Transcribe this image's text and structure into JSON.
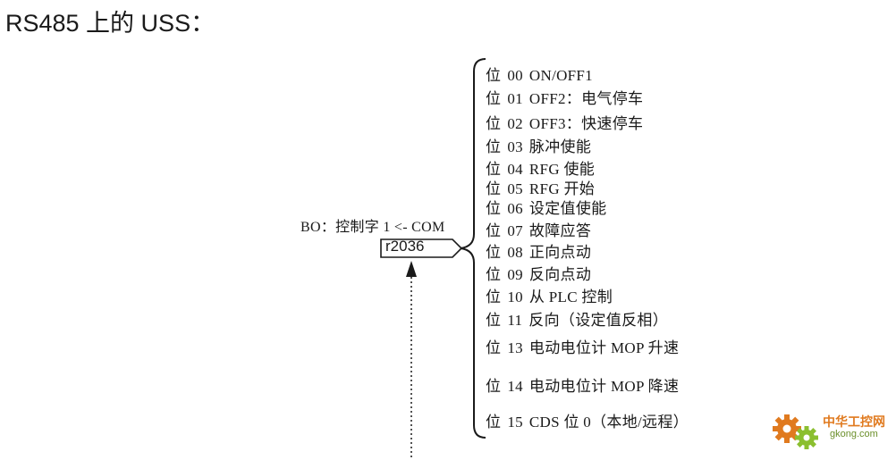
{
  "title": "RS485 上的 USS：",
  "parameter": {
    "label": "BO：控制字 1 <- COM",
    "name": "r2036"
  },
  "bits": [
    {
      "prefix": "位",
      "num": "00",
      "desc": "ON/OFF1"
    },
    {
      "prefix": "位",
      "num": "01",
      "desc": "OFF2：电气停车"
    },
    {
      "prefix": "位",
      "num": "02",
      "desc": "OFF3：快速停车"
    },
    {
      "prefix": "位",
      "num": "03",
      "desc": "脉冲使能"
    },
    {
      "prefix": "位",
      "num": "04",
      "desc": "RFG 使能"
    },
    {
      "prefix": "位",
      "num": "05",
      "desc": "RFG 开始"
    },
    {
      "prefix": "位",
      "num": "06",
      "desc": "设定值使能"
    },
    {
      "prefix": "位",
      "num": "07",
      "desc": "故障应答"
    },
    {
      "prefix": "位",
      "num": "08",
      "desc": "正向点动"
    },
    {
      "prefix": "位",
      "num": "09",
      "desc": "反向点动"
    },
    {
      "prefix": "位",
      "num": "10",
      "desc": "从 PLC 控制"
    },
    {
      "prefix": "位",
      "num": "11",
      "desc": "反向（设定值反相）"
    },
    {
      "prefix": "位",
      "num": "13",
      "desc": "电动电位计 MOP 升速"
    },
    {
      "prefix": "位",
      "num": "14",
      "desc": "电动电位计 MOP 降速"
    },
    {
      "prefix": "位",
      "num": "15",
      "desc": "CDS 位 0（本地/远程）"
    }
  ],
  "watermark": {
    "name": "中华工控网",
    "url": "gkong.com"
  },
  "colors": {
    "text": "#1a1a1a",
    "logo_orange": "#e07a1f",
    "logo_green": "#8bbf2f"
  }
}
